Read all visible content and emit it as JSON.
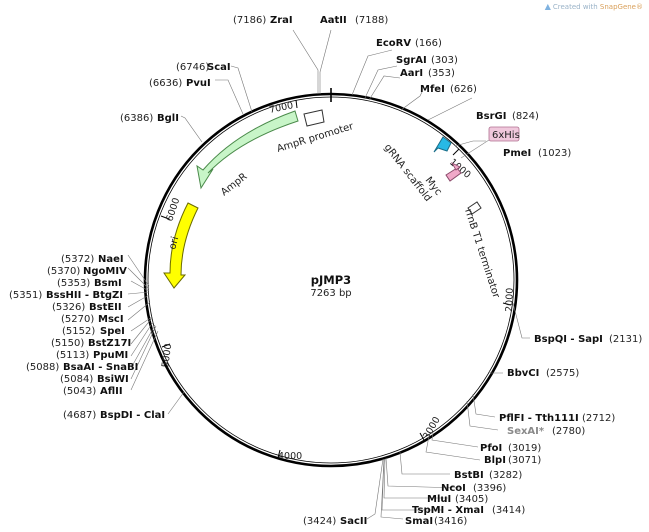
{
  "credit": {
    "prefix": "Created with ",
    "brand": "SnapGene®"
  },
  "plasmid": {
    "name": "pJMP3",
    "size_label": "7263 bp"
  },
  "ticks": [
    "1000",
    "2000",
    "3000",
    "4000",
    "5000",
    "6000",
    "7000"
  ],
  "features": {
    "ampr_promoter": "AmpR promoter",
    "ampr": "AmpR",
    "ori": "ori",
    "grna_scaffold": "gRNA scaffold",
    "myc": "Myc",
    "rrnb": "rrnB T1 terminator",
    "his": "6xHis"
  },
  "sites": {
    "zrai": {
      "name": "ZraI",
      "pos": "(7186)"
    },
    "aatii": {
      "name": "AatII",
      "pos": "(7188)"
    },
    "ecorv": {
      "name": "EcoRV",
      "pos": "(166)"
    },
    "sgrai": {
      "name": "SgrAI",
      "pos": "(303)"
    },
    "aari": {
      "name": "AarI",
      "pos": "(353)"
    },
    "mfei": {
      "name": "MfeI",
      "pos": "(626)"
    },
    "bsrgi": {
      "name": "BsrGI",
      "pos": "(824)"
    },
    "pmei": {
      "name": "PmeI",
      "pos": "(1023)"
    },
    "scai": {
      "name": "ScaI",
      "pos": "(6746)"
    },
    "pvui": {
      "name": "PvuI",
      "pos": "(6636)"
    },
    "bgli": {
      "name": "BglI",
      "pos": "(6386)"
    },
    "naei": {
      "name": "NaeI",
      "pos": "(5372)"
    },
    "ngomiv": {
      "name": "NgoMIV",
      "pos": "(5370)"
    },
    "bsmi": {
      "name": "BsmI",
      "pos": "(5353)"
    },
    "bsshii": {
      "name": "BssHII - BtgZI",
      "pos": "(5351)"
    },
    "bsteii": {
      "name": "BstEII",
      "pos": "(5326)"
    },
    "msci": {
      "name": "MscI",
      "pos": "(5270)"
    },
    "spei": {
      "name": "SpeI",
      "pos": "(5152)"
    },
    "bstz17i": {
      "name": "BstZ17I",
      "pos": "(5150)"
    },
    "ppumi": {
      "name": "PpuMI",
      "pos": "(5113)"
    },
    "bsaai": {
      "name": "BsaAI - SnaBI",
      "pos": "(5088)"
    },
    "bsiwi": {
      "name": "BsiWI",
      "pos": "(5084)"
    },
    "aflii": {
      "name": "AflII",
      "pos": "(5043)"
    },
    "bspdi": {
      "name": "BspDI - ClaI",
      "pos": "(4687)"
    },
    "bspqi": {
      "name": "BspQI - SapI",
      "pos": "(2131)"
    },
    "bbvci": {
      "name": "BbvCI",
      "pos": "(2575)"
    },
    "pflfi": {
      "name": "PflFI - Tth111I",
      "pos": "(2712)"
    },
    "sexai": {
      "name": "SexAI*",
      "pos": "(2780)"
    },
    "pfoi": {
      "name": "PfoI",
      "pos": "(3019)"
    },
    "blpi": {
      "name": "BlpI",
      "pos": "(3071)"
    },
    "bstbi": {
      "name": "BstBI",
      "pos": "(3282)"
    },
    "ncoi": {
      "name": "NcoI",
      "pos": "(3396)"
    },
    "mlui": {
      "name": "MluI",
      "pos": "(3405)"
    },
    "tspmi": {
      "name": "TspMI - XmaI",
      "pos": "(3414)"
    },
    "smai": {
      "name": "SmaI",
      "pos": "(3416)"
    },
    "sacii": {
      "name": "SacII",
      "pos": "(3424)"
    }
  },
  "colors": {
    "ampr": "#c8f5c8",
    "ori": "#ffff00",
    "grna": "#27b9e6",
    "myc": "#f0a8c8",
    "his_box": "#f0c8dc"
  }
}
